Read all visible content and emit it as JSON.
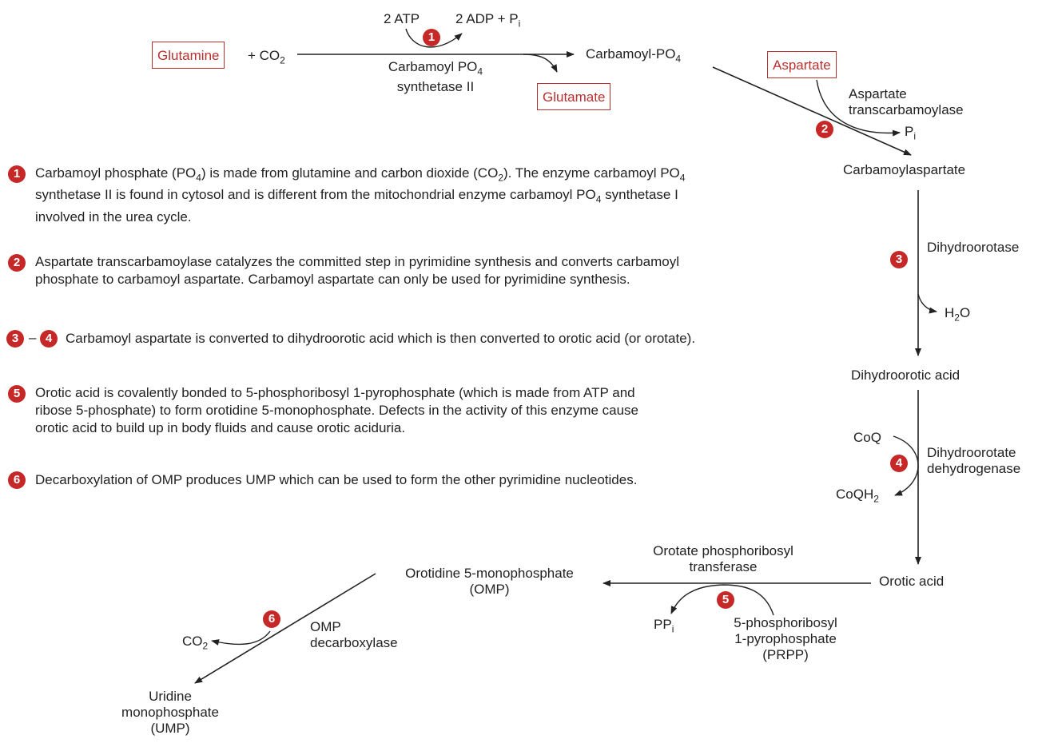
{
  "top": {
    "atp": "2 ATP",
    "adp": "2 ADP + P",
    "adp_sub": "i",
    "glutamine": "Glutamine",
    "co2": "+ CO",
    "co2_sub": "2",
    "enzyme1_line1": "Carbamoyl PO",
    "enzyme1_sub": "4",
    "enzyme1_line2": "synthetase II",
    "glutamate": "Glutamate",
    "carbamoyl_po4": "Carbamoyl-PO",
    "carbamoyl_po4_sub": "4",
    "aspartate": "Aspartate",
    "enzyme2_line1": "Aspartate",
    "enzyme2_line2": "transcarbamoylase",
    "pi": "P",
    "pi_sub": "i"
  },
  "pathway": {
    "carbamoylaspartate": "Carbamoylaspartate",
    "dihydroorotase": "Dihydroorotase",
    "h2o": "H",
    "h2o_sub": "2",
    "h2o_end": "O",
    "dihydroorotic": "Dihydroorotic acid",
    "coq": "CoQ",
    "coqh2": "CoQH",
    "coqh2_sub": "2",
    "dhodh_line1": "Dihydroorotate",
    "dhodh_line2": "dehydrogenase",
    "orotic": "Orotic acid",
    "oprt_line1": "Orotate phosphoribosyl",
    "oprt_line2": "transferase",
    "ppi": "PP",
    "ppi_sub": "i",
    "prpp_line1": "5-phosphoribosyl",
    "prpp_line2": "1-pyrophosphate",
    "prpp_line3": "(PRPP)",
    "omp_line1": "Orotidine 5-monophosphate",
    "omp_line2": "(OMP)",
    "co2b": "CO",
    "co2b_sub": "2",
    "ompdc_line1": "OMP",
    "ompdc_line2": "decarboxylase",
    "ump_line1": "Uridine",
    "ump_line2": "monophosphate",
    "ump_line3": "(UMP)"
  },
  "badges": [
    "1",
    "2",
    "3",
    "4",
    "5",
    "6"
  ],
  "notes": {
    "n1": {
      "l1a": "Carbamoyl phosphate (PO",
      "l1a_sub": "4",
      "l1b": ") is made from glutamine and carbon dioxide (CO",
      "l1b_sub": "2",
      "l1c": ").  The enzyme carbamoyl PO",
      "l1c_sub": "4",
      "l2a": "synthetase II is found in cytosol and is different from the mitochondrial enzyme  carbamoyl PO",
      "l2a_sub": "4",
      "l2b": " synthetase I",
      "l3": "involved in the urea cycle."
    },
    "n2": {
      "l1": "Aspartate transcarbamoylase catalyzes the committed step in pyrimidine synthesis and converts carbamoyl",
      "l2": "phosphate to carbamoyl aspartate.  Carbamoyl aspartate can only be used for pyrimidine synthesis."
    },
    "n34": {
      "dash": "–",
      "text": "Carbamoyl aspartate is converted to dihydroorotic acid which is then converted to orotic acid (or orotate)."
    },
    "n5": {
      "l1": "Orotic acid is covalently bonded to 5-phosphoribosyl 1-pyrophosphate (which is made from ATP and",
      "l2": "ribose 5-phosphate) to form orotidine 5-monophosphate.  Defects in the activity of this enzyme cause",
      "l3": "orotic acid to build up in body fluids and cause orotic aciduria."
    },
    "n6": {
      "text": "Decarboxylation of OMP produces UMP which can be used to form the other pyrimidine nucleotides."
    }
  },
  "colors": {
    "accent": "#c62828",
    "box_border": "#b8312f",
    "line": "#222222"
  }
}
